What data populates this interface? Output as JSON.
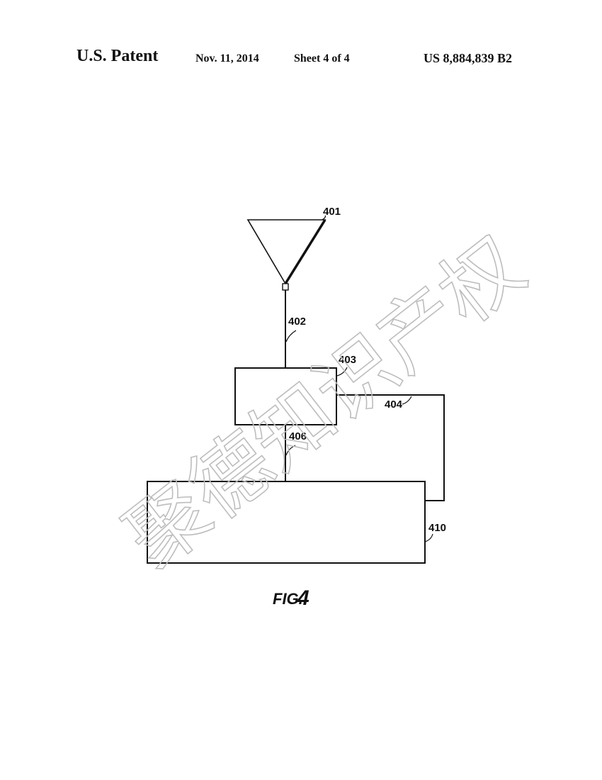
{
  "header": {
    "title": "U.S. Patent",
    "date": "Nov. 11, 2014",
    "sheet": "Sheet 4 of 4",
    "patent_number": "US 8,884,839 B2"
  },
  "figure": {
    "caption_prefix": "FIG.",
    "caption_number": "4",
    "labels": {
      "antenna": "401",
      "antenna_line": "402",
      "upper_block": "403",
      "feedback_line": "404",
      "connecting_line": "406",
      "lower_block": "410"
    }
  },
  "watermark": {
    "text": "聚德知识产权"
  }
}
